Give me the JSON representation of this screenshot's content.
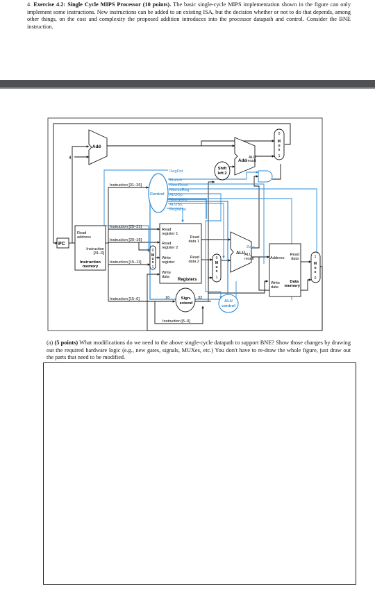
{
  "problem": {
    "number": "4.",
    "title": "Exercise 4.2: Single Cycle MIPS Processor (10 points).",
    "body": "The basic single-cycle MIPS implementation shown in the figure can only implement some instructions. New instructions can be added to an existing ISA, but the decision whether or not to do that depends, among other things, on the cost and complexity the proposed addition introduces into the processor datapath and control. Consider the BNE instruction."
  },
  "figure": {
    "pc": "PC",
    "add_top": "Add",
    "four": "4",
    "add_alu": "Add",
    "alu_result_add": [
      "ALU",
      "result"
    ],
    "shift": [
      "Shift",
      "left 2"
    ],
    "control": "Control",
    "control_signals": [
      "RegDst",
      "Branch",
      "MemRead",
      "MemtoReg",
      "ALUOp",
      "MemWrite",
      "ALUSrc",
      "RegWrite"
    ],
    "instr_mem": {
      "read_address": [
        "Read",
        "address"
      ],
      "instruction": [
        "Instruction",
        "[31–0]"
      ],
      "title": [
        "Instruction",
        "memory"
      ]
    },
    "fields": {
      "i31_26": "Instruction [31–26]",
      "i25_21": "Instruction [25–21]",
      "i20_16": "Instruction [20–16]",
      "i15_11": "Instruction [15–11]",
      "i15_0": "Instruction [15–0]",
      "i5_0": "Instruction [5–0]"
    },
    "registers": {
      "read_reg1": [
        "Read",
        "register 1"
      ],
      "read_reg2": [
        "Read",
        "register 2"
      ],
      "write_reg": [
        "Write",
        "register"
      ],
      "write_data": [
        "Write",
        "data"
      ],
      "read_data1": [
        "Read",
        "data 1"
      ],
      "read_data2": [
        "Read",
        "data 2"
      ],
      "title": "Registers"
    },
    "sign_extend": [
      "Sign-",
      "extend"
    ],
    "bits_16": "16",
    "bits_32": "32",
    "alu_control": [
      "ALU",
      "control"
    ],
    "alu": {
      "label": "ALU",
      "zero": "Zero",
      "result": [
        "ALU",
        "result"
      ]
    },
    "data_memory": {
      "address": "Address",
      "read_data": [
        "Read",
        "data"
      ],
      "write_data": [
        "Write",
        "data"
      ],
      "title": [
        "Data",
        "memory"
      ]
    },
    "mux_letters": [
      "M",
      "u",
      "x"
    ],
    "mux_0": "0",
    "mux_1": "1"
  },
  "part_a": {
    "label": "(a)",
    "points": "(5 points)",
    "text": "What modifications do we need to the above single-cycle datapath to support BNE? Show those changes by drawing out the required hardware logic (e.g., new gates, signals, MUXes, etc.) You don't have to re-draw the whole figure, just draw out the parts that need to be modified."
  },
  "colors": {
    "control": "#2b8ad6",
    "band": "#4f5054",
    "ink": "#111111"
  }
}
